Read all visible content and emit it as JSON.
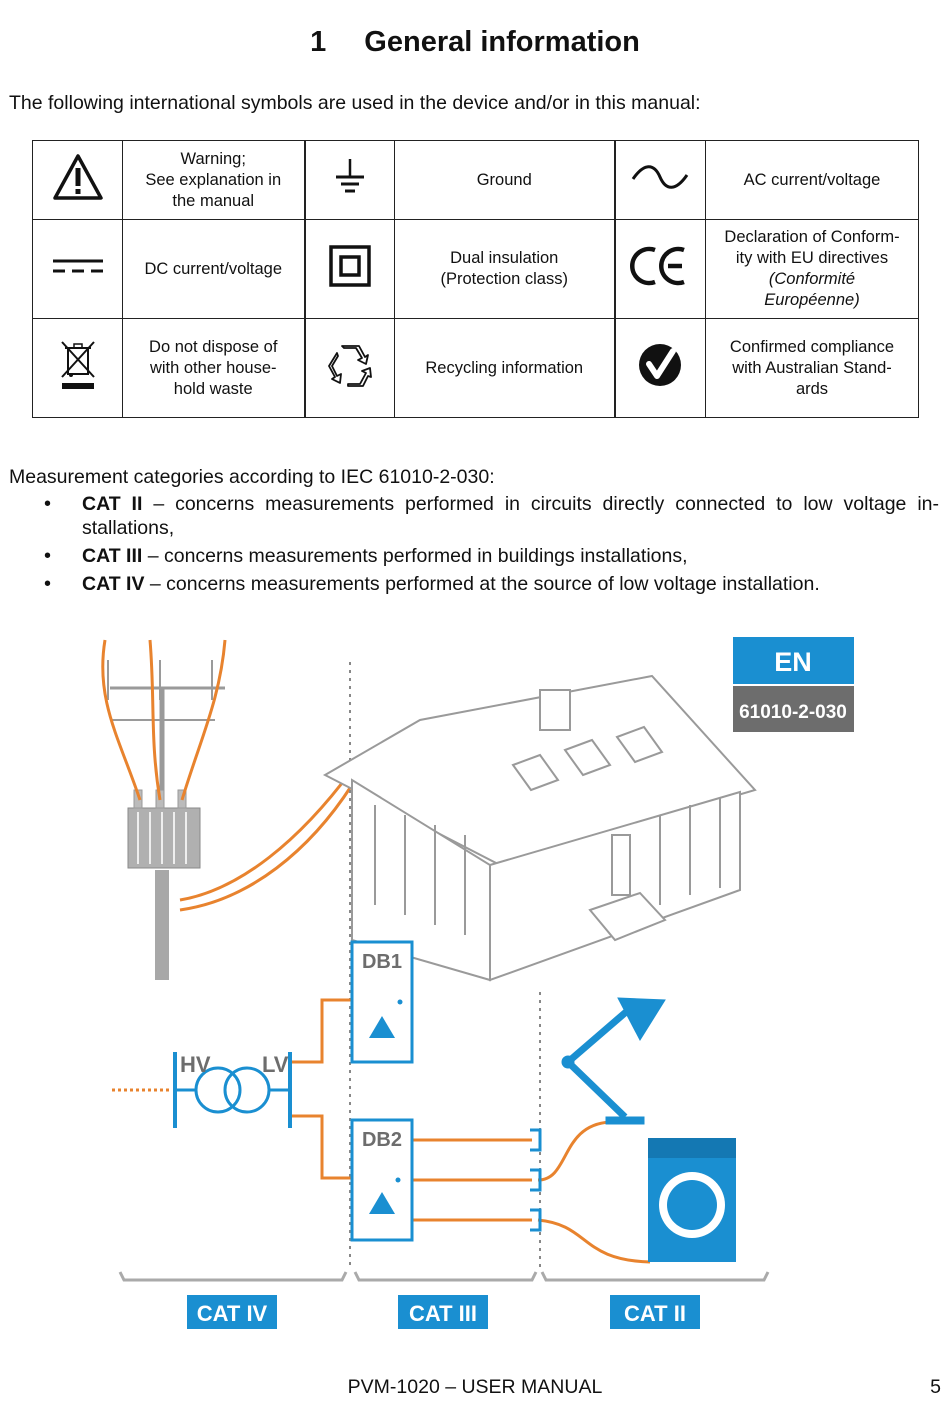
{
  "heading": {
    "number": "1",
    "title": "General information"
  },
  "intro": "The following international symbols are used in the device and/or in this manual:",
  "symbols": [
    {
      "icon": "warning-icon",
      "lines": [
        "Warning;",
        "See explanation in",
        "the manual"
      ]
    },
    {
      "icon": "ground-icon",
      "lines": [
        "Ground"
      ]
    },
    {
      "icon": "ac-wave-icon",
      "lines": [
        "AC current/voltage"
      ]
    },
    {
      "icon": "dc-icon",
      "lines": [
        "DC current/voltage"
      ]
    },
    {
      "icon": "double-insulation-icon",
      "lines": [
        "Dual insulation",
        "(Protection class)"
      ]
    },
    {
      "icon": "ce-mark-icon",
      "lines": [
        "Declaration of Conform-",
        "ity with EU directives",
        "(Conformité",
        "Européenne)"
      ]
    },
    {
      "icon": "weee-bin-icon",
      "lines": [
        "Do not dispose of",
        "with other house-",
        "hold waste"
      ]
    },
    {
      "icon": "recycling-icon",
      "lines": [
        "Recycling information"
      ]
    },
    {
      "icon": "rcm-mark-icon",
      "lines": [
        "Confirmed compliance",
        "with Australian Stand-",
        "ards"
      ]
    }
  ],
  "categories": {
    "intro": "Measurement categories according to IEC 61010-2-030:",
    "items": [
      {
        "label": "CAT II",
        "text": " – concerns measurements performed in circuits directly connected to low voltage in-stallations,"
      },
      {
        "label": "CAT III",
        "text": " – concerns measurements performed in buildings installations,"
      },
      {
        "label": "CAT IV",
        "text": " – concerns measurements performed at the source of low voltage installation."
      }
    ]
  },
  "diagram": {
    "standard_badge": {
      "top": "EN",
      "bottom": "61010-2-030"
    },
    "hv_label": "HV",
    "lv_label": "LV",
    "db1_label": "DB1",
    "db2_label": "DB2",
    "cat_labels": [
      "CAT IV",
      "CAT III",
      "CAT II"
    ],
    "colors": {
      "wire": "#e8832e",
      "blue": "#1a8fd1",
      "grey": "#9a9a9a"
    }
  },
  "footer": {
    "title": "PVM-1020 – USER MANUAL",
    "page": "5"
  }
}
